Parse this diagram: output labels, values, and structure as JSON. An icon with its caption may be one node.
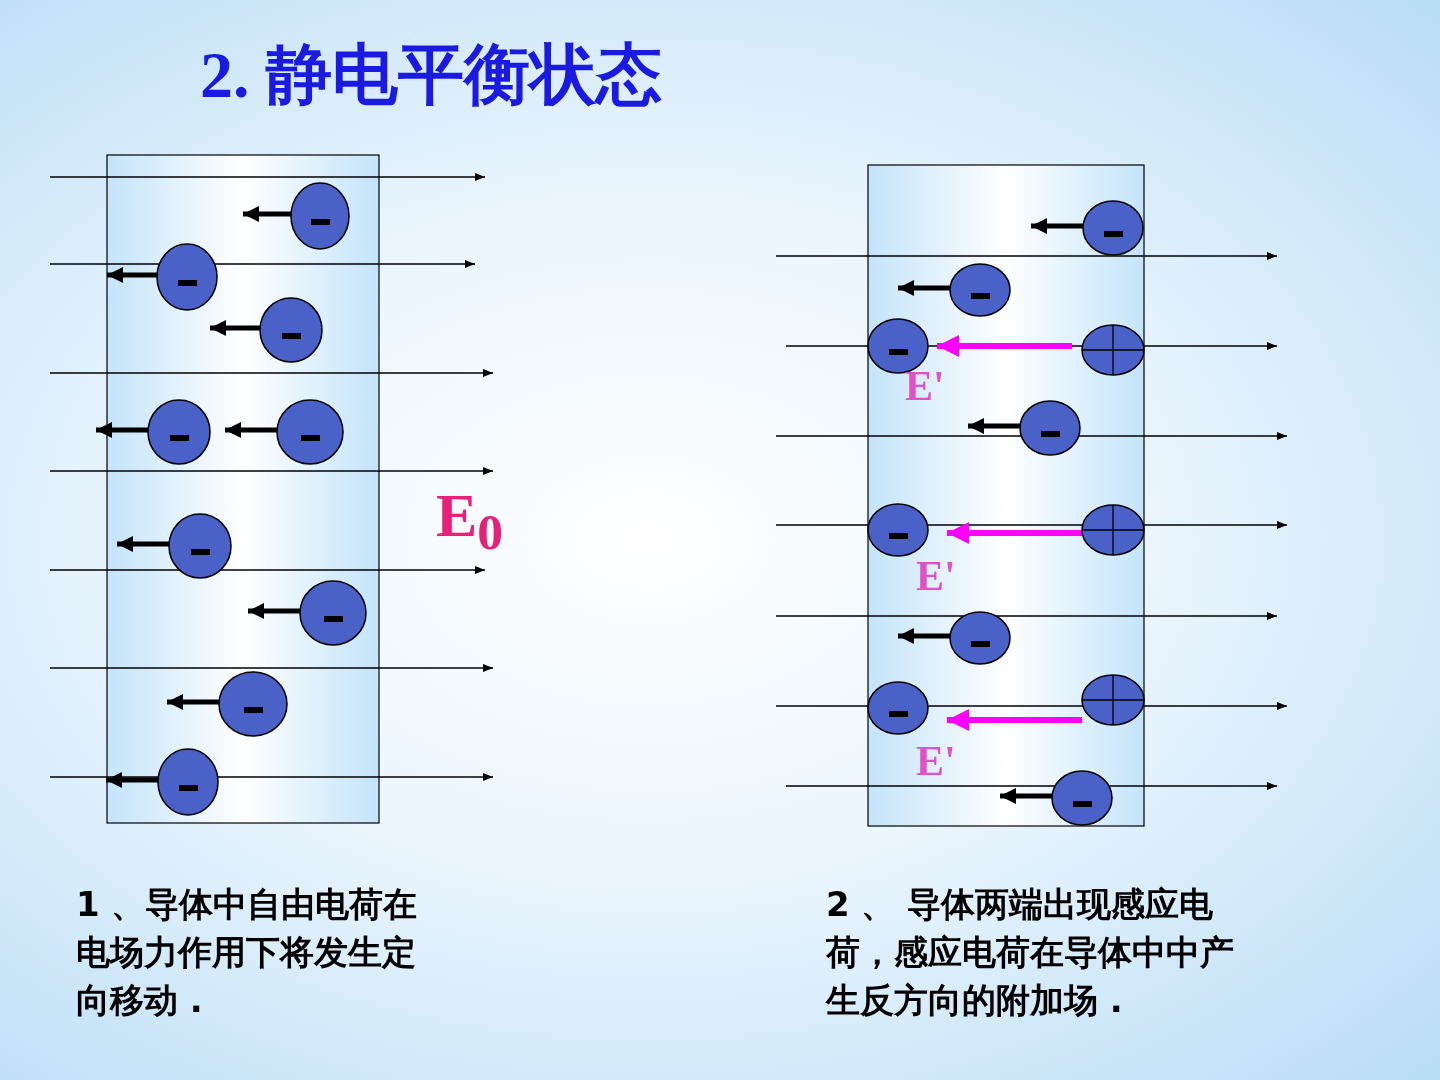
{
  "diagram": {
    "title": "2. 静电平衡状态",
    "labels": [
      "E'",
      "E$_{0}$",
      "E'",
      "E'",
      "1 、导体中自由电荷在电场力作用下将发生定向移动 .",
      "2 、 导体两端出现感应电荷，感应电荷在导体中中产生反方向的附加场 ."
    ]
  }
}
